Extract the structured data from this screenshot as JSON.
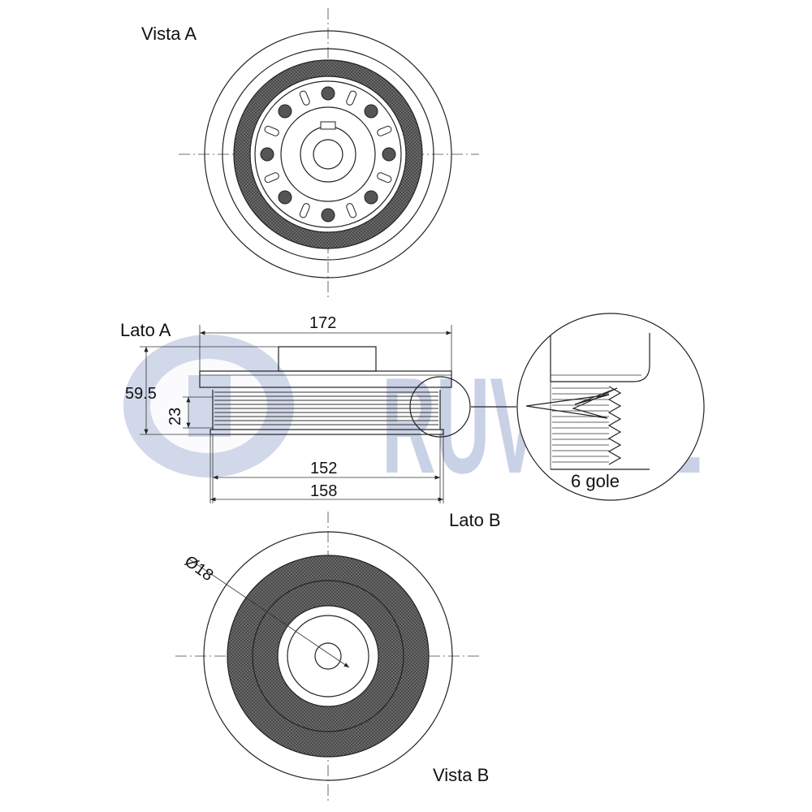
{
  "brand": {
    "logo_text": "RUVILLE",
    "logo_color": "#c9d1e6"
  },
  "views": {
    "view_a_label": "Vista A",
    "view_b_label": "Vista B",
    "side_a_label": "Lato A",
    "side_b_label": "Lato B"
  },
  "dimensions": {
    "outer_diameter": "172",
    "total_height": "59.5",
    "belt_width": "23",
    "groove_diameter_inner": "152",
    "groove_diameter_outer": "158",
    "bore_diameter": "Ø18"
  },
  "detail": {
    "grooves_label": "6 gole"
  },
  "colors": {
    "line": "#222222",
    "hatch": "#555555",
    "watermark": "#c9d1e6"
  }
}
